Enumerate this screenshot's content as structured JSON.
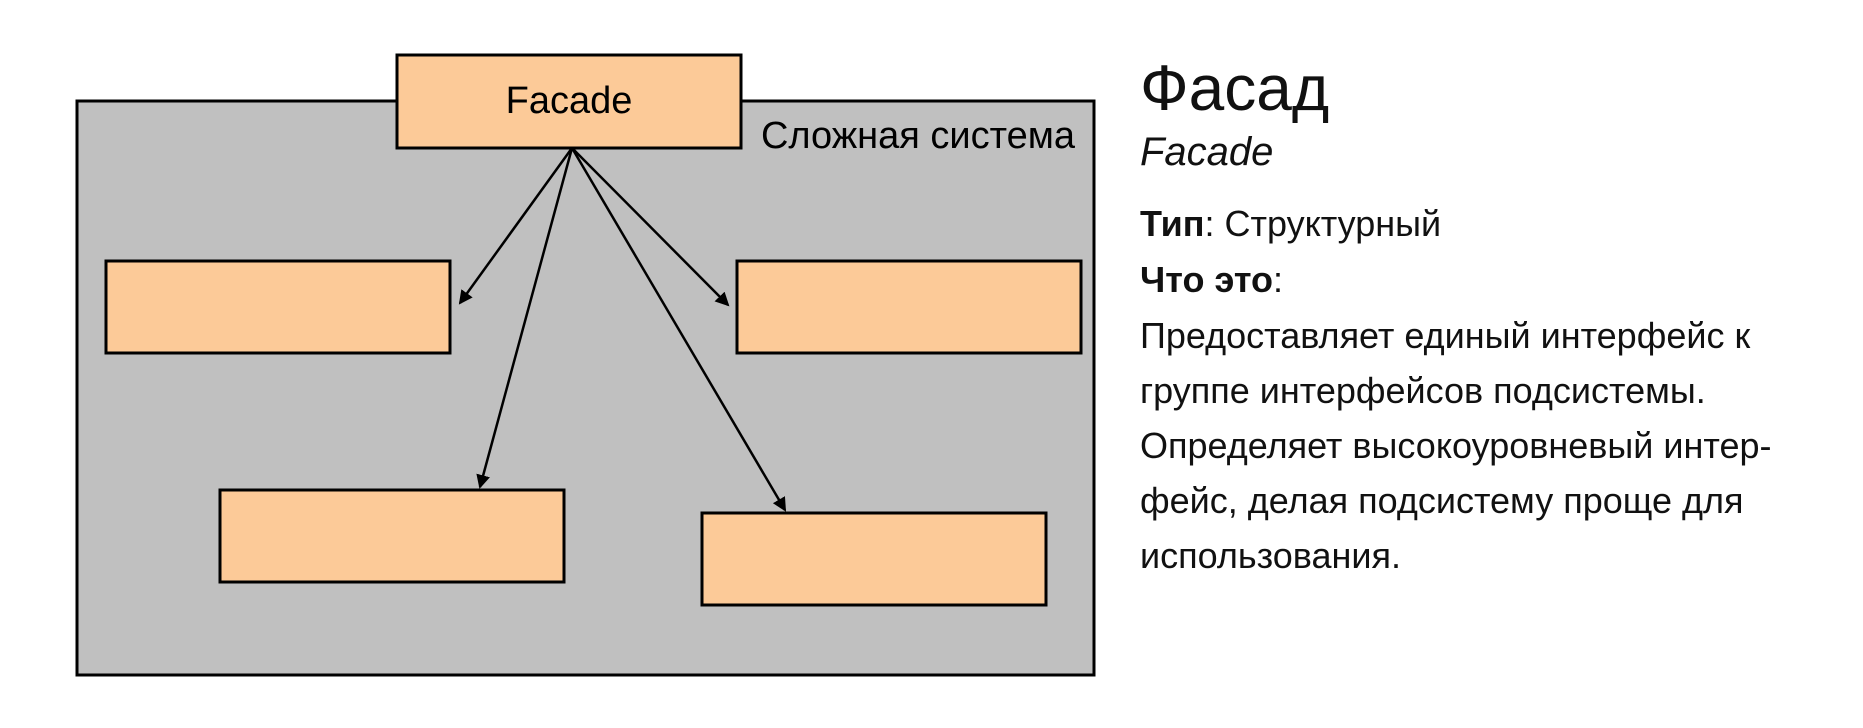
{
  "diagram": {
    "system_label": "Сложная система",
    "facade_label": "Facade",
    "colors": {
      "system_fill": "#c0c0c0",
      "box_fill": "#fcca98",
      "stroke": "#000000"
    }
  },
  "info": {
    "title": "Фасад",
    "subtitle": "Facade",
    "type_label": "Тип",
    "type_value": "Структурный",
    "what_label": "Что это",
    "description_lines": [
      "Предоставляет единый интерфейс к",
      "группе интерфейсов подсистемы.",
      "Определяет высокоуровневый интер-",
      "фейс, делая подсистему проще для",
      "использования."
    ]
  }
}
